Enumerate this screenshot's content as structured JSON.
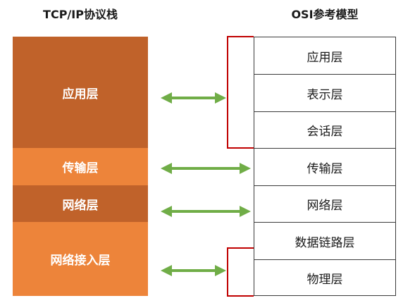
{
  "headings": {
    "tcp": "TCP/IP协议栈",
    "osi": "OSI参考模型"
  },
  "tcp_layers": [
    {
      "label": "应用层",
      "color": "#c0622a"
    },
    {
      "label": "传输层",
      "color": "#ed843a"
    },
    {
      "label": "网络层",
      "color": "#c0622a"
    },
    {
      "label": "网络接入层",
      "color": "#ed843a"
    }
  ],
  "osi_layers": [
    {
      "label": "应用层"
    },
    {
      "label": "表示层"
    },
    {
      "label": "会话层"
    },
    {
      "label": "传输层"
    },
    {
      "label": "网络层"
    },
    {
      "label": "数据链路层"
    },
    {
      "label": "物理层"
    }
  ],
  "colors": {
    "arrow": "#70ad47",
    "bracket": "#c00000",
    "box_border": "#3a3a3a"
  }
}
